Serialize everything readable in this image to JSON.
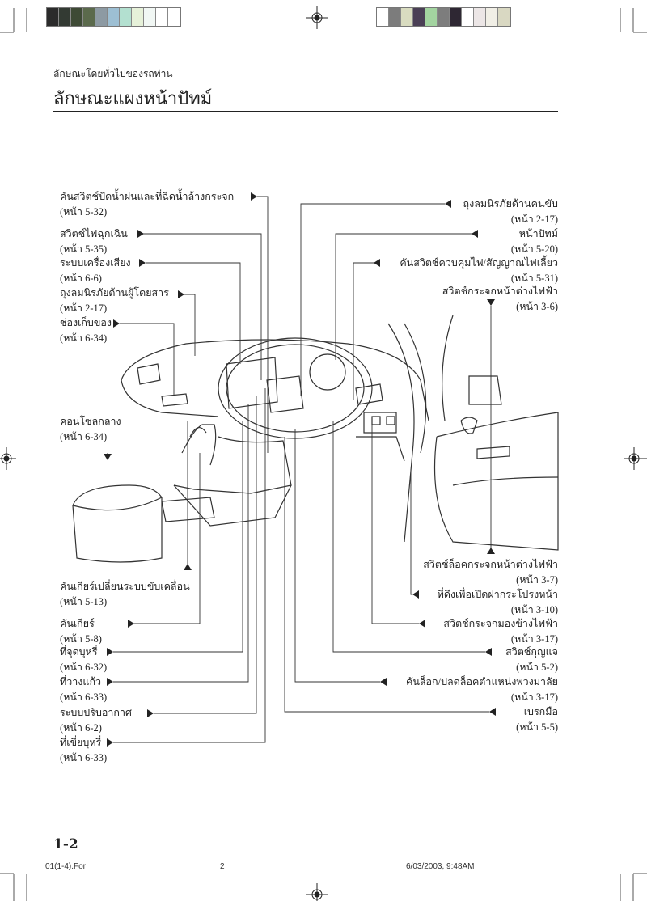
{
  "header": {
    "breadcrumb": "ลักษณะโดยทั่วไปของรถท่าน",
    "title": "ลักษณะแผงหน้าปัทม์"
  },
  "colors": {
    "left_swatches": [
      "#2b2b2b",
      "#333a33",
      "#3e4a35",
      "#5b6a4c",
      "#8d9aa3",
      "#9dbfd3",
      "#b3e0d0",
      "#e6f1d9",
      "#f1f7f4",
      "#ffffff",
      "#ffffff"
    ],
    "right_swatches": [
      "#ffffff",
      "#7c7c7c",
      "#d9dcc0",
      "#4a3f55",
      "#a3d4a0",
      "#7d7d7d",
      "#2e2733",
      "#ffffff",
      "#ece6e6",
      "#f1efe6",
      "#d9d8c2"
    ]
  },
  "left_labels": [
    {
      "name": "คันสวิตช์ปัดน้ำฝนและที่ฉีดน้ำล้างกระจก",
      "page": "(หน้า 5-32)"
    },
    {
      "name": "สวิตช์ไฟฉุกเฉิน",
      "page": "(หน้า 5-35)"
    },
    {
      "name": "ระบบเครื่องเสียง",
      "page": "(หน้า 6-6)"
    },
    {
      "name": "ถุงลมนิรภัยด้านผู้โดยสาร",
      "page": "(หน้า 2-17)"
    },
    {
      "name": "ช่องเก็บของ",
      "page": "(หน้า 6-34)"
    },
    {
      "name": "คอนโซลกลาง",
      "page": "(หน้า 6-34)"
    },
    {
      "name": "คันเกียร์เปลี่ยนระบบขับเคลื่อน",
      "page": "(หน้า 5-13)"
    },
    {
      "name": "คันเกียร์",
      "page": "(หน้า 5-8)"
    },
    {
      "name": "ที่จุดบุหรี่",
      "page": "(หน้า 6-32)"
    },
    {
      "name": "ที่วางแก้ว",
      "page": "(หน้า 6-33)"
    },
    {
      "name": "ระบบปรับอากาศ",
      "page": "(หน้า 6-2)"
    },
    {
      "name": "ที่เขี่ยบุหรี่",
      "page": "(หน้า 6-33)"
    }
  ],
  "right_labels": [
    {
      "name": "ถุงลมนิรภัยด้านคนขับ",
      "page": "(หน้า 2-17)"
    },
    {
      "name": "หน้าปัทม์",
      "page": "(หน้า 5-20)"
    },
    {
      "name": "คันสวิตช์ควบคุมไฟ/สัญญาณไฟเลี้ยว",
      "page": "(หน้า 5-31)"
    },
    {
      "name": "สวิตช์กระจกหน้าต่างไฟฟ้า",
      "page": "(หน้า 3-6)"
    },
    {
      "name": "สวิตช์ล็อคกระจกหน้าต่างไฟฟ้า",
      "page": "(หน้า 3-7)"
    },
    {
      "name": "ที่ดึงเพื่อเปิดฝากระโปรงหน้า",
      "page": "(หน้า 3-10)"
    },
    {
      "name": "สวิตช์กระจกมองข้างไฟฟ้า",
      "page": "(หน้า 3-17)"
    },
    {
      "name": "สวิตช์กุญแจ",
      "page": "(หน้า 5-2)"
    },
    {
      "name": "คันล็อก/ปลดล็อคตำแหน่งพวงมาลัย",
      "page": "(หน้า 3-17)"
    },
    {
      "name": "เบรกมือ",
      "page": "(หน้า 5-5)"
    }
  ],
  "footer": {
    "page_number": "1-2",
    "file": "01(1-4).For",
    "sheet": "2",
    "timestamp": "6/03/2003, 9:48AM"
  }
}
